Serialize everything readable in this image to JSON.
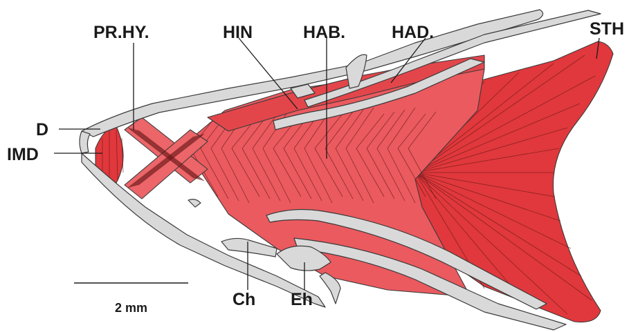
{
  "labels": {
    "pr_hy": "PR.HY.",
    "hin": "HIN",
    "hab": "HAB.",
    "had": "HAD.",
    "sth": "STH",
    "d": "D",
    "imd": "IMD",
    "ch": "Ch",
    "eh": "Eh"
  },
  "scale_bar": {
    "label": "2 mm"
  },
  "colors": {
    "muscle_dark": "#e0383c",
    "muscle_mid": "#e8555a",
    "muscle_light": "#ee7176",
    "bone": "#d9d9d9",
    "outline": "#3a3a3a",
    "background": "#ffffff"
  }
}
